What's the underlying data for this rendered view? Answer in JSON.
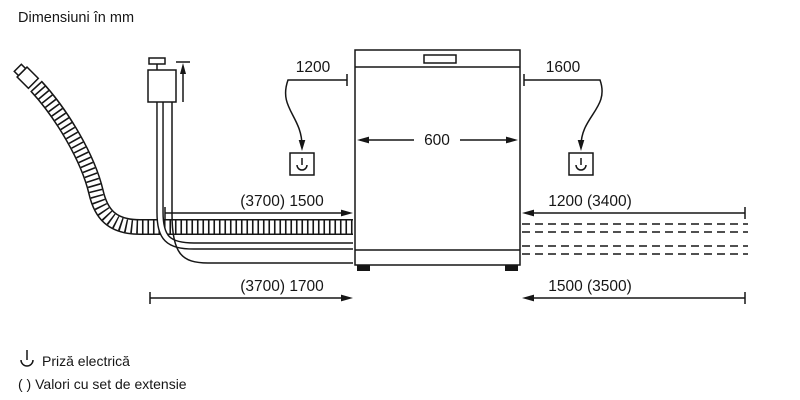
{
  "title": "Dimensiuni în mm",
  "dimensions": {
    "cord_left": "1200",
    "cord_right": "1600",
    "width": "600",
    "mid_left": "(3700) 1500",
    "mid_right": "1200 (3400)",
    "bottom_left": "(3700) 1700",
    "bottom_right": "1500 (3500)"
  },
  "legend": {
    "socket": "Priză electrică",
    "extension": "( ) Valori cu set de extensie"
  },
  "colors": {
    "line": "#161616",
    "background": "#ffffff"
  }
}
